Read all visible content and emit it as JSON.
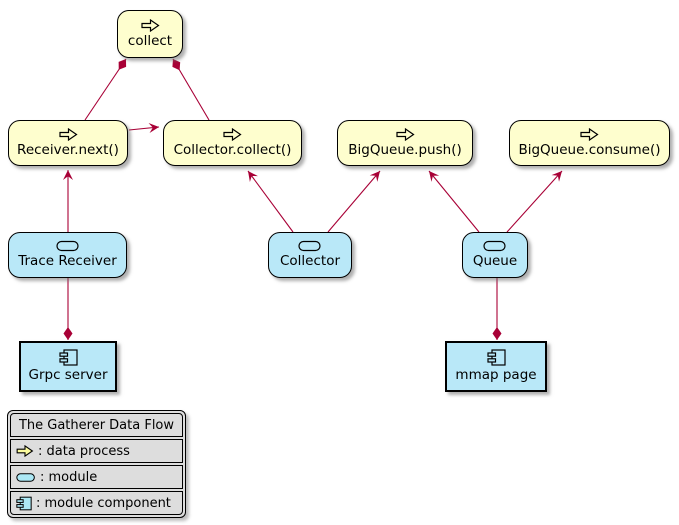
{
  "diagram": {
    "title_hint": "The Gatherer Data Flow",
    "nodes": {
      "collect": {
        "label": "collect",
        "type": "data process"
      },
      "receiver_next": {
        "label": "Receiver.next()",
        "type": "data process"
      },
      "collector_collect": {
        "label": "Collector.collect()",
        "type": "data process"
      },
      "bigqueue_push": {
        "label": "BigQueue.push()",
        "type": "data process"
      },
      "bigqueue_consume": {
        "label": "BigQueue.consume()",
        "type": "data process"
      },
      "trace_receiver": {
        "label": "Trace Receiver",
        "type": "module"
      },
      "collector": {
        "label": "Collector",
        "type": "module"
      },
      "queue": {
        "label": "Queue",
        "type": "module"
      },
      "grpc_server": {
        "label": "Grpc server",
        "type": "module component"
      },
      "mmap_page": {
        "label": "mmap page",
        "type": "module component"
      }
    },
    "edges": [
      {
        "from": "collect",
        "to": "Receiver.next()",
        "type": "composition",
        "diamond_at": "collect"
      },
      {
        "from": "collect",
        "to": "Collector.collect()",
        "type": "composition",
        "diamond_at": "collect"
      },
      {
        "from": "Receiver.next()",
        "to": "Collector.collect()",
        "type": "arrow"
      },
      {
        "from": "Trace Receiver",
        "to": "Receiver.next()",
        "type": "arrow"
      },
      {
        "from": "Collector",
        "to": "Collector.collect()",
        "type": "arrow"
      },
      {
        "from": "Collector",
        "to": "BigQueue.push()",
        "type": "arrow"
      },
      {
        "from": "Queue",
        "to": "BigQueue.push()",
        "type": "arrow"
      },
      {
        "from": "Queue",
        "to": "BigQueue.consume()",
        "type": "arrow"
      },
      {
        "from": "Trace Receiver",
        "to": "Grpc server",
        "type": "composition",
        "diamond_at": "Grpc server"
      },
      {
        "from": "Queue",
        "to": "mmap page",
        "type": "composition",
        "diamond_at": "mmap page"
      }
    ],
    "colors": {
      "process_fill": "#FEFECE",
      "module_fill": "#B9E8F8",
      "edge": "#A80036",
      "node_border": "#000000",
      "legend_bg": "#DDDDDD",
      "legend_icon_yellow": "#FBFB9E",
      "legend_icon_cyan": "#ACE8F5"
    }
  },
  "legend": {
    "title": "The Gatherer Data Flow",
    "items": [
      {
        "icon": "data-process-icon",
        "label": ": data process"
      },
      {
        "icon": "module-icon",
        "label": ": module"
      },
      {
        "icon": "module-component-icon",
        "label": ": module component"
      }
    ]
  }
}
